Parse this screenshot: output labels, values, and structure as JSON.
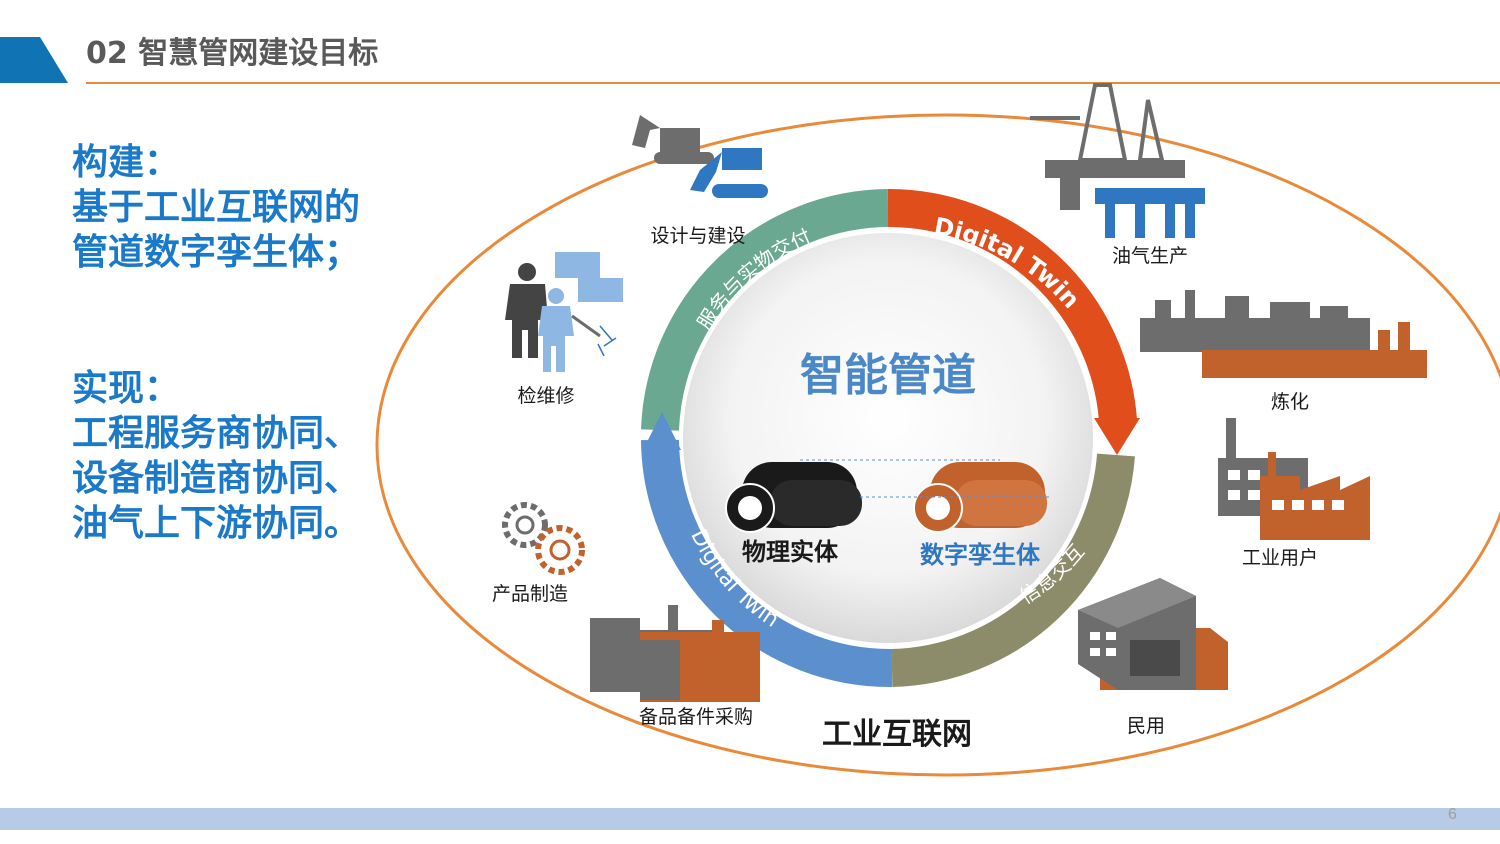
{
  "header": {
    "title": "02 智慧管网建设目标",
    "accent_color": "#0f73b4",
    "line_color": "#e98a3a"
  },
  "left_panel": {
    "build_lines": [
      "构建：",
      "基于工业互联网的",
      "管道数字孪生体；"
    ],
    "realize_lines": [
      "实现：",
      "工程服务商协同、",
      "设备制造商协同、",
      "油气上下游协同。"
    ],
    "text_color": "#1b79c9"
  },
  "diagram": {
    "center_title": "智能管道",
    "outer_label": "工业互联网",
    "ring_segments": [
      {
        "label": "服务与实物交付",
        "color": "#6aa892"
      },
      {
        "label": "Digital Twin",
        "color": "#e04e1b"
      },
      {
        "label": "信息交互",
        "color": "#8c8c6a"
      },
      {
        "label": "Digital Twin",
        "color": "#5b8fce"
      }
    ],
    "pipes": [
      {
        "label": "物理实体",
        "color": "#1a1a1a"
      },
      {
        "label": "数字孪生体",
        "color": "#c1622c"
      }
    ],
    "nodes": [
      {
        "label": "设计与建设",
        "icon": "excavator-icon"
      },
      {
        "label": "油气生产",
        "icon": "oil-rig-icon"
      },
      {
        "label": "检维修",
        "icon": "maintenance-workers-icon"
      },
      {
        "label": "炼化",
        "icon": "refinery-icon"
      },
      {
        "label": "工业用户",
        "icon": "factory-icon"
      },
      {
        "label": "产品制造",
        "icon": "gears-icon"
      },
      {
        "label": "备品备件采购",
        "icon": "warehouse-icon"
      },
      {
        "label": "民用",
        "icon": "building-icon"
      }
    ],
    "colors": {
      "ellipse_stroke": "#e98a3a",
      "orange": "#c1622c",
      "gray": "#6d6d6d",
      "blue": "#2f77c0",
      "center_title": "#4a88c8"
    }
  },
  "footer": {
    "page_number": "6"
  }
}
